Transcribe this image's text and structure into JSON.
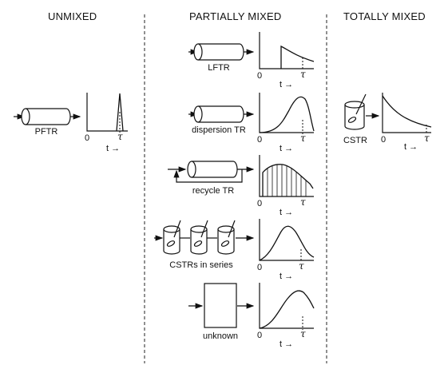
{
  "columns": {
    "unmixed": "UNMIXED",
    "partially_mixed": "PARTIALLY MIXED",
    "totally_mixed": "TOTALLY MIXED"
  },
  "reactors": {
    "pftr": "PFTR",
    "lftr": "LFTR",
    "dispersion": "dispersion TR",
    "recycle": "recycle TR",
    "cstrs_series": "CSTRs in series",
    "unknown": "unknown",
    "cstr": "CSTR"
  },
  "axis": {
    "origin": "0",
    "time": "t",
    "tau": "τ",
    "arrow": "→"
  },
  "style": {
    "ink": "#111111",
    "divider": "#222222"
  }
}
